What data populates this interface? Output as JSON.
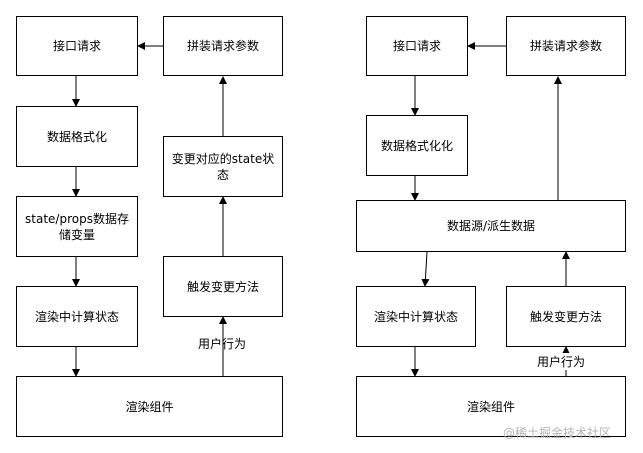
{
  "left": {
    "boxes": {
      "api": "接口请求",
      "assemble": "拼装请求参数",
      "format": "数据格式化",
      "state": "state/props数据存储变量",
      "change_state": "变更对应的state状态",
      "render_state": "渲染中计算状态",
      "trigger": "触发变更方法",
      "render_comp": "渲染组件"
    },
    "user_action": "用户行为"
  },
  "right": {
    "boxes": {
      "api": "接口请求",
      "assemble": "拼装请求参数",
      "format": "数据格式化化",
      "datasource": "数据源/派生数据",
      "render_state": "渲染中计算状态",
      "trigger": "触发变更方法",
      "render_comp": "渲染组件"
    },
    "user_action": "用户行为"
  },
  "watermark": "@稀土掘金技术社区"
}
